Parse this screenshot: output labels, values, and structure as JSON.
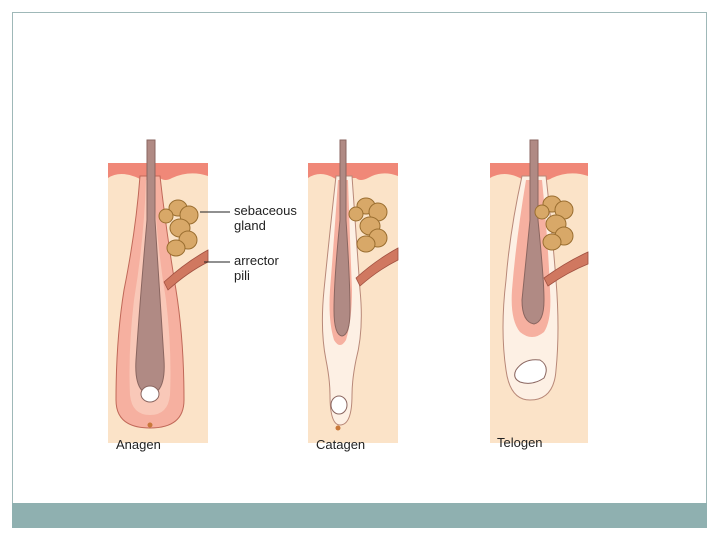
{
  "labels": {
    "sebaceous": "sebaceous",
    "gland": "gland",
    "arrector": "arrector",
    "pili": "pili"
  },
  "stages": [
    "Anagen",
    "Catagen",
    "Telogen"
  ],
  "colors": {
    "dermis": "#fbe3c8",
    "epidermis": "#f08878",
    "sheath_pink": "#f6b0a0",
    "hair_shaft": "#b08a84",
    "gland": "#d8a868",
    "muscle": "#d07860",
    "footer": "#8fb0b0",
    "frame": "#9fb8b8"
  }
}
